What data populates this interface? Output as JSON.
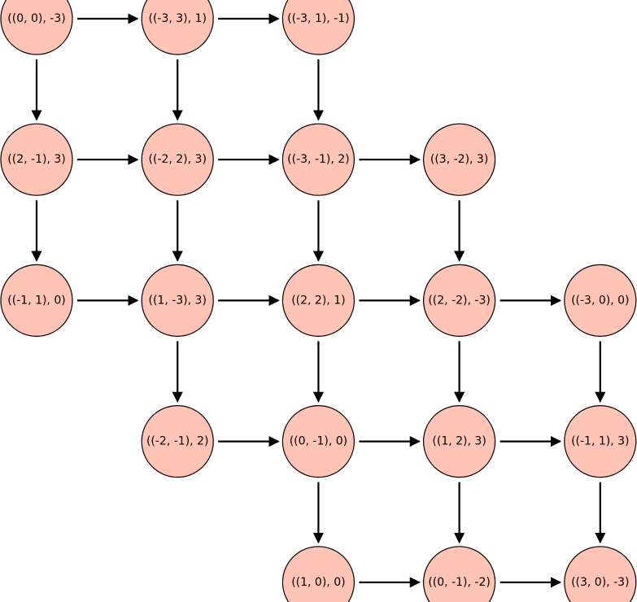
{
  "graph": {
    "node_fill": "#ffc4b5",
    "node_stroke": "#000000",
    "edge_color": "#000000",
    "nodes": [
      {
        "id": "n00",
        "label": "((0, 0), -3)",
        "row": 0,
        "col": 0
      },
      {
        "id": "n01",
        "label": "((-3, 3), 1)",
        "row": 0,
        "col": 1
      },
      {
        "id": "n02",
        "label": "((-3, 1), -1)",
        "row": 0,
        "col": 2
      },
      {
        "id": "n10",
        "label": "((2, -1), 3)",
        "row": 1,
        "col": 0
      },
      {
        "id": "n11",
        "label": "((-2, 2), 3)",
        "row": 1,
        "col": 1
      },
      {
        "id": "n12",
        "label": "((-3, -1), 2)",
        "row": 1,
        "col": 2
      },
      {
        "id": "n13",
        "label": "((3, -2), 3)",
        "row": 1,
        "col": 3
      },
      {
        "id": "n20",
        "label": "((-1, 1), 0)",
        "row": 2,
        "col": 0
      },
      {
        "id": "n21",
        "label": "((1, -3), 3)",
        "row": 2,
        "col": 1
      },
      {
        "id": "n22",
        "label": "((2, 2), 1)",
        "row": 2,
        "col": 2
      },
      {
        "id": "n23",
        "label": "((2, -2), -3)",
        "row": 2,
        "col": 3
      },
      {
        "id": "n24",
        "label": "((-3, 0), 0)",
        "row": 2,
        "col": 4
      },
      {
        "id": "n31",
        "label": "((-2, -1), 2)",
        "row": 3,
        "col": 1
      },
      {
        "id": "n32",
        "label": "((0, -1), 0)",
        "row": 3,
        "col": 2
      },
      {
        "id": "n33",
        "label": "((1, 2), 3)",
        "row": 3,
        "col": 3
      },
      {
        "id": "n34",
        "label": "((-1, 1), 3)",
        "row": 3,
        "col": 4
      },
      {
        "id": "n42",
        "label": "((1, 0), 0)",
        "row": 4,
        "col": 2
      },
      {
        "id": "n43",
        "label": "((0, -1), -2)",
        "row": 4,
        "col": 3
      },
      {
        "id": "n44",
        "label": "((3, 0), -3)",
        "row": 4,
        "col": 4
      }
    ],
    "edges": [
      [
        "n00",
        "n01"
      ],
      [
        "n01",
        "n02"
      ],
      [
        "n00",
        "n10"
      ],
      [
        "n01",
        "n11"
      ],
      [
        "n02",
        "n12"
      ],
      [
        "n10",
        "n11"
      ],
      [
        "n11",
        "n12"
      ],
      [
        "n12",
        "n13"
      ],
      [
        "n10",
        "n20"
      ],
      [
        "n11",
        "n21"
      ],
      [
        "n12",
        "n22"
      ],
      [
        "n13",
        "n23"
      ],
      [
        "n20",
        "n21"
      ],
      [
        "n21",
        "n22"
      ],
      [
        "n22",
        "n23"
      ],
      [
        "n23",
        "n24"
      ],
      [
        "n21",
        "n31"
      ],
      [
        "n22",
        "n32"
      ],
      [
        "n23",
        "n33"
      ],
      [
        "n24",
        "n34"
      ],
      [
        "n31",
        "n32"
      ],
      [
        "n32",
        "n33"
      ],
      [
        "n33",
        "n34"
      ],
      [
        "n32",
        "n42"
      ],
      [
        "n33",
        "n43"
      ],
      [
        "n34",
        "n44"
      ],
      [
        "n42",
        "n43"
      ],
      [
        "n43",
        "n44"
      ]
    ]
  }
}
